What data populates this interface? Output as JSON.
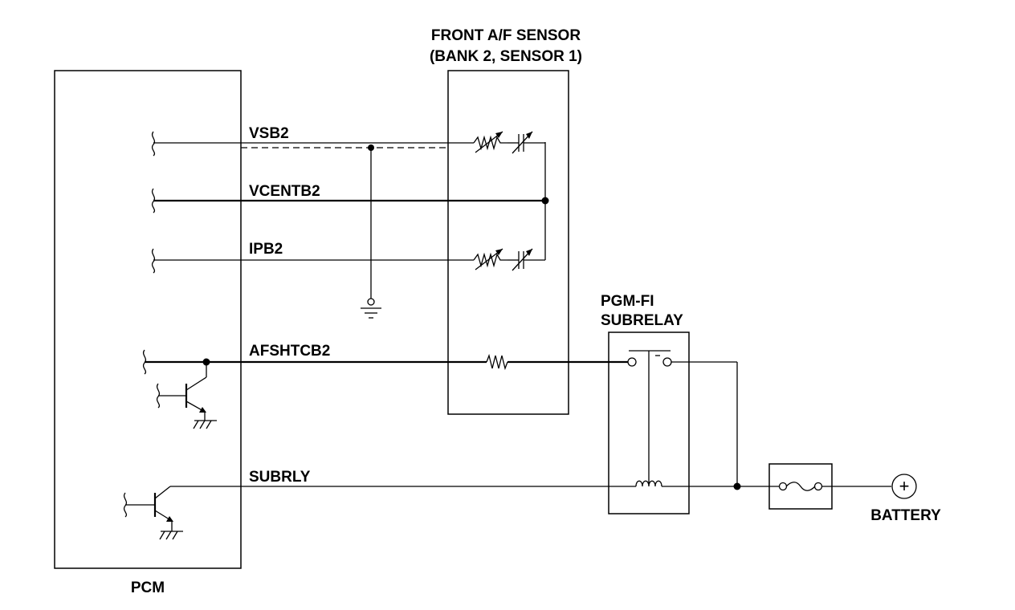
{
  "components": {
    "pcm": "PCM",
    "sensor_title_1": "FRONT A/F SENSOR",
    "sensor_title_2": "(BANK 2, SENSOR 1)",
    "relay_title_1": "PGM-FI",
    "relay_title_2": "SUBRELAY",
    "battery": "BATTERY",
    "battery_symbol": "+"
  },
  "signals": {
    "vsb2": "VSB2",
    "vcentb2": "VCENTB2",
    "ipb2": "IPB2",
    "afshtcb2": "AFSHTCB2",
    "subrly": "SUBRLY"
  }
}
